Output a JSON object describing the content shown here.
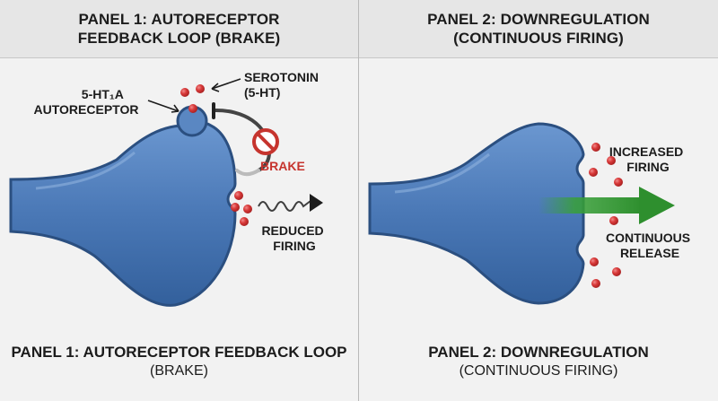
{
  "panel1": {
    "header_line1": "PANEL 1: AUTORECEPTOR",
    "header_line2": "FEEDBACK LOOP (BRAKE)",
    "label_serotonin_line1": "SEROTONIN",
    "label_serotonin_line2": "(5-HT)",
    "label_autoreceptor_line1": "5-HT₁A",
    "label_autoreceptor_line2": "AUTORECEPTOR",
    "label_brake": "BRAKE",
    "label_reduced_line1": "REDUCED",
    "label_reduced_line2": "FIRING",
    "caption_main": "PANEL 1: AUTORECEPTOR FEEDBACK LOOP",
    "caption_sub": "(BRAKE)"
  },
  "panel2": {
    "header_line1": "PANEL 2: DOWNREGULATION",
    "header_line2": "(CONTINUOUS FIRING)",
    "label_increased_line1": "INCREASED",
    "label_increased_line2": "FIRING",
    "label_continuous_line1": "CONTINUOUS",
    "label_continuous_line2": "RELEASE",
    "caption_main": "PANEL 2: DOWNREGULATION",
    "caption_sub": "(CONTINUOUS FIRING)"
  },
  "colors": {
    "neuron_fill": "#4a78b6",
    "neuron_outline": "#2b4f80",
    "serotonin_dot": "#d93a3a",
    "brake_red": "#c6342e",
    "arrow_green": "#38a038"
  }
}
